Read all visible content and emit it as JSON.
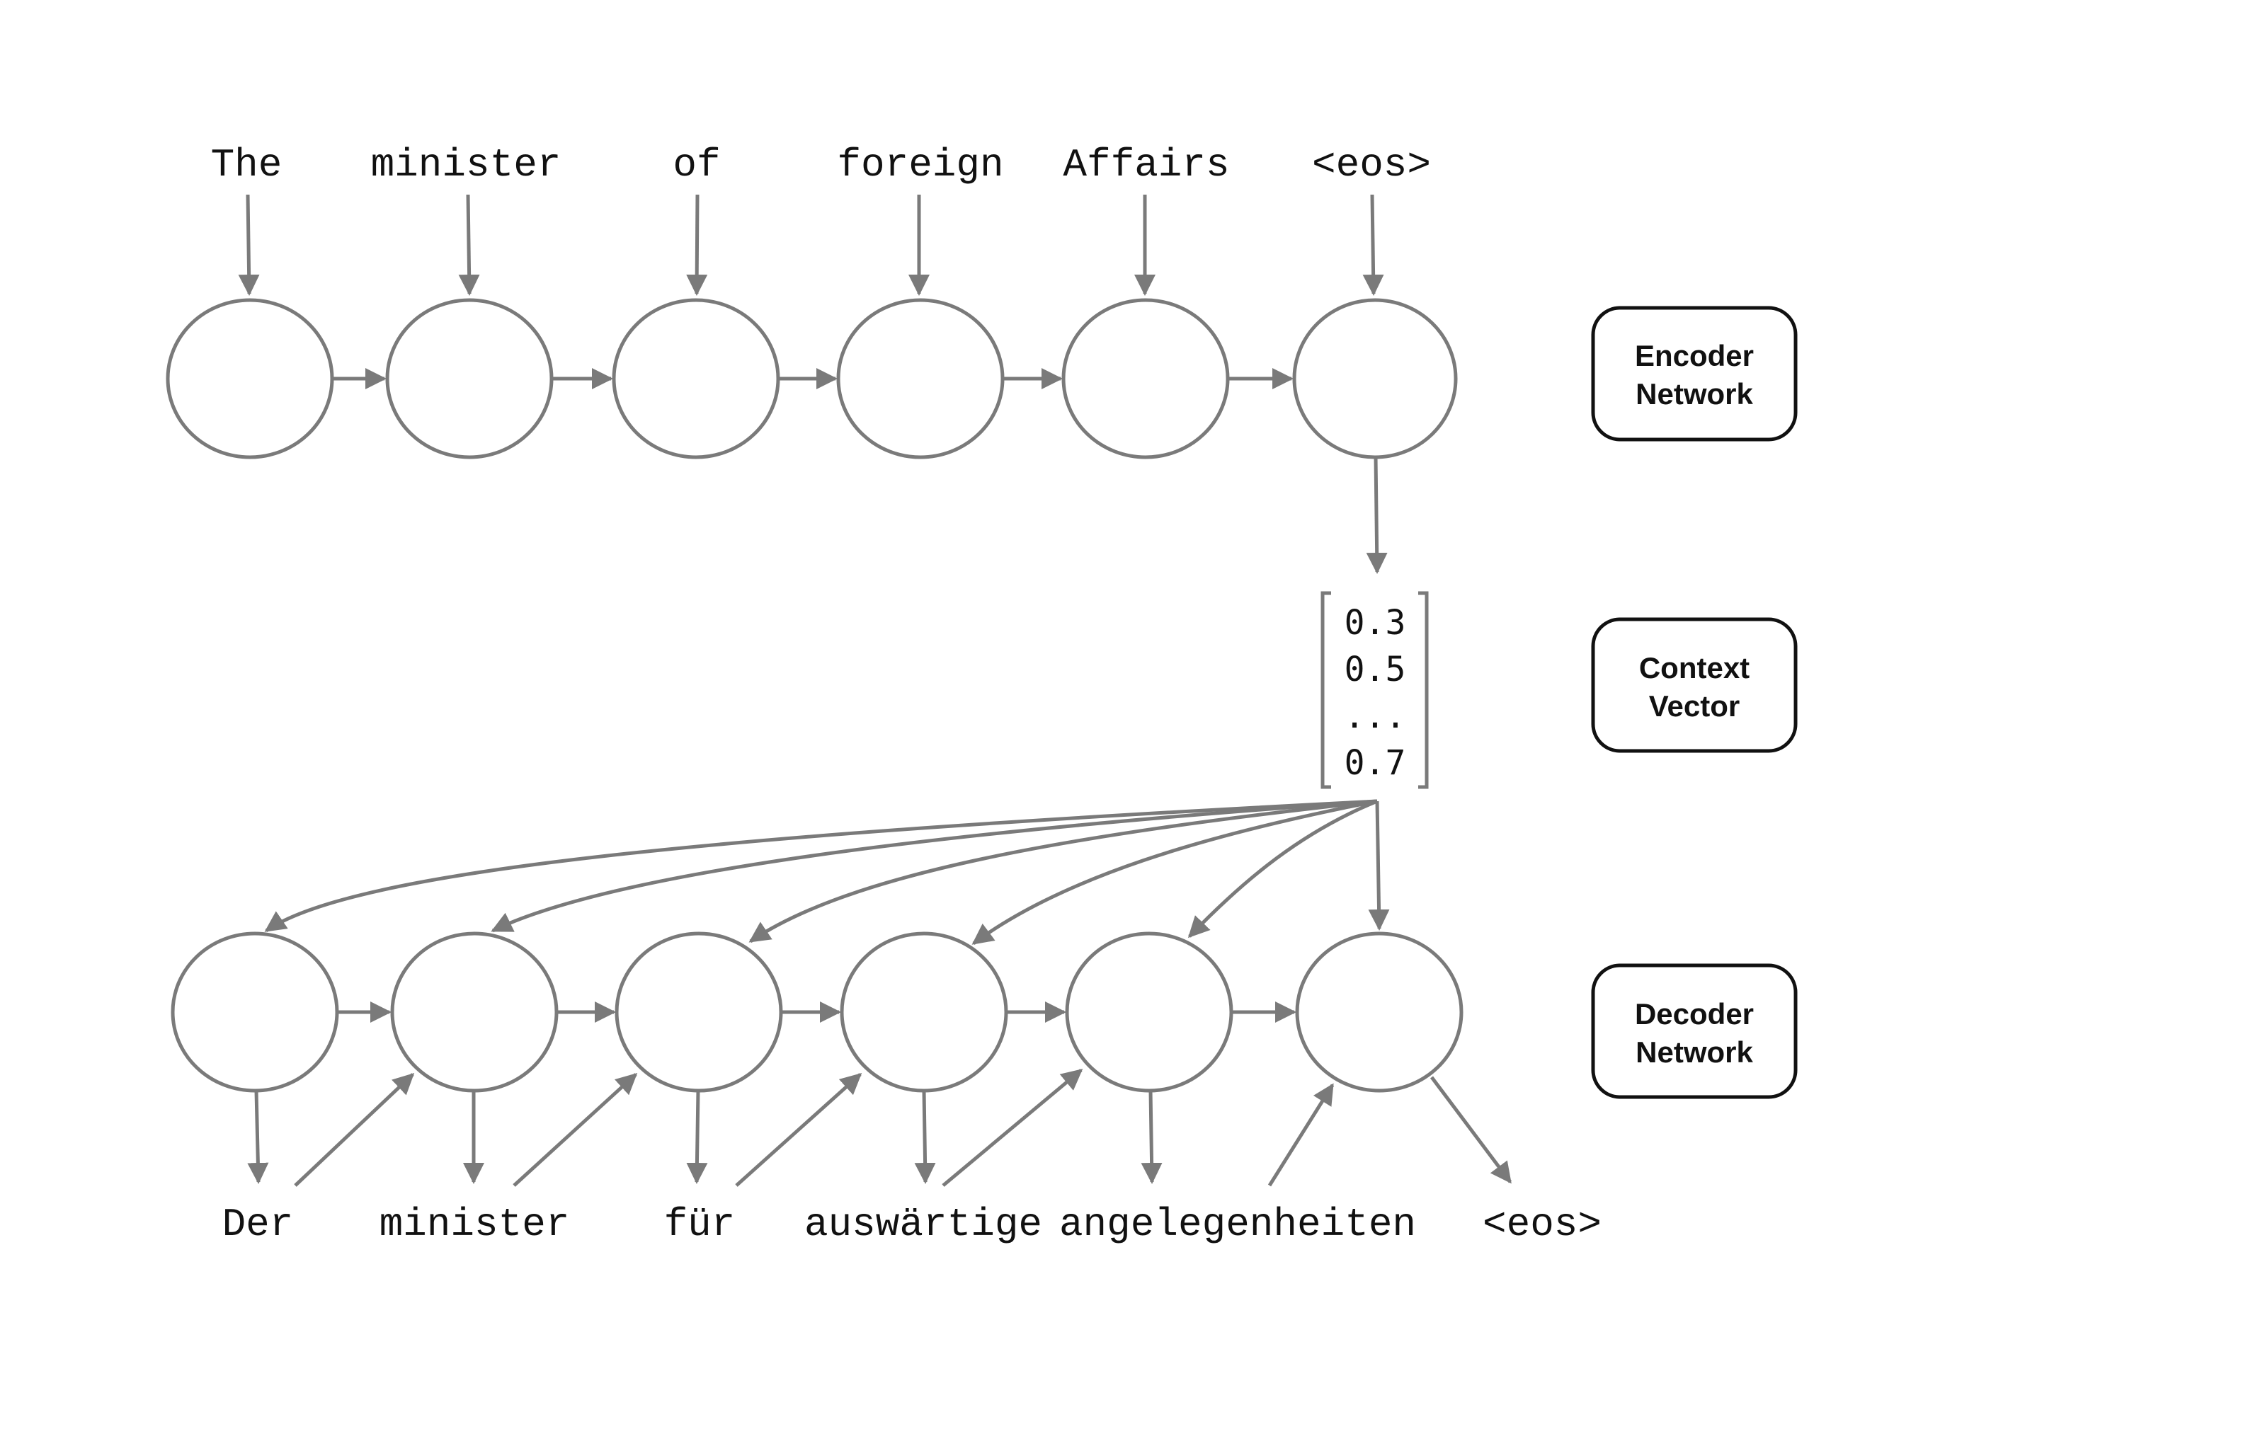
{
  "encoder": {
    "input_words": [
      "The",
      "minister",
      "of",
      "foreign",
      "Affairs",
      "<eos>"
    ]
  },
  "context_vector": {
    "values": [
      "0.3",
      "0.5",
      "...",
      "0.7"
    ]
  },
  "decoder": {
    "output_words": [
      "Der",
      "minister",
      "für",
      "auswärtige",
      "angelegenheiten",
      "<eos>"
    ]
  },
  "labels": {
    "encoder": [
      "Encoder",
      "Network"
    ],
    "context": [
      "Context",
      "Vector"
    ],
    "decoder": [
      "Decoder",
      "Network"
    ]
  },
  "colors": {
    "stroke": "#7a7a7a",
    "text": "#111111",
    "background": "#ffffff"
  }
}
